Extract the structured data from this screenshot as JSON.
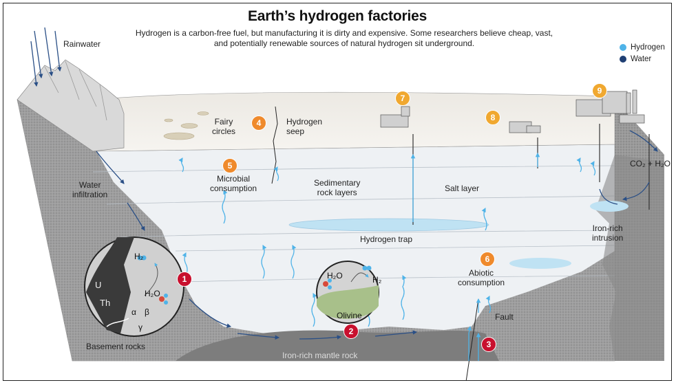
{
  "header": {
    "title": "Earth’s hydrogen factories",
    "subtitle": "Hydrogen is a carbon-free fuel, but manufacturing it is dirty and expensive. Some researchers believe cheap, vast, and potentially renewable sources of natural hydrogen sit underground."
  },
  "legend": [
    {
      "label": "Hydrogen",
      "color": "#4fb3e8"
    },
    {
      "label": "Water",
      "color": "#1f3f73"
    }
  ],
  "labels": {
    "rainwater": "Rainwater",
    "water_infiltration": "Water\ninfiltration",
    "fairy_circles": "Fairy\ncircles",
    "hydrogen_seep": "Hydrogen\nseep",
    "microbial_consumption": "Microbial\nconsumption",
    "sedimentary_rock_layers": "Sedimentary\nrock layers",
    "salt_layer": "Salt layer",
    "hydrogen_trap": "Hydrogen trap",
    "co2_h2o": "CO₂ + H₂O",
    "iron_rich_intrusion": "Iron-rich\nintrusion",
    "abiotic_consumption": "Abiotic\nconsumption",
    "fault": "Fault",
    "basement_rocks": "Basement rocks",
    "iron_rich_mantle_rock": "Iron-rich mantle rock"
  },
  "radiolysis_circle": {
    "h2": "H₂",
    "h2o": "H₂O",
    "u": "U",
    "th": "Th",
    "alpha": "α",
    "beta": "β",
    "gamma": "γ"
  },
  "serpentinization_circle": {
    "h2o": "H₂O",
    "h2": "H₂",
    "olivine": "Olivine"
  },
  "badges": [
    {
      "n": "1",
      "kind": "red"
    },
    {
      "n": "2",
      "kind": "red"
    },
    {
      "n": "3",
      "kind": "red"
    },
    {
      "n": "4",
      "kind": "orange"
    },
    {
      "n": "5",
      "kind": "orange"
    },
    {
      "n": "6",
      "kind": "orange"
    },
    {
      "n": "7",
      "kind": "gold"
    },
    {
      "n": "8",
      "kind": "gold"
    },
    {
      "n": "9",
      "kind": "gold"
    }
  ]
}
